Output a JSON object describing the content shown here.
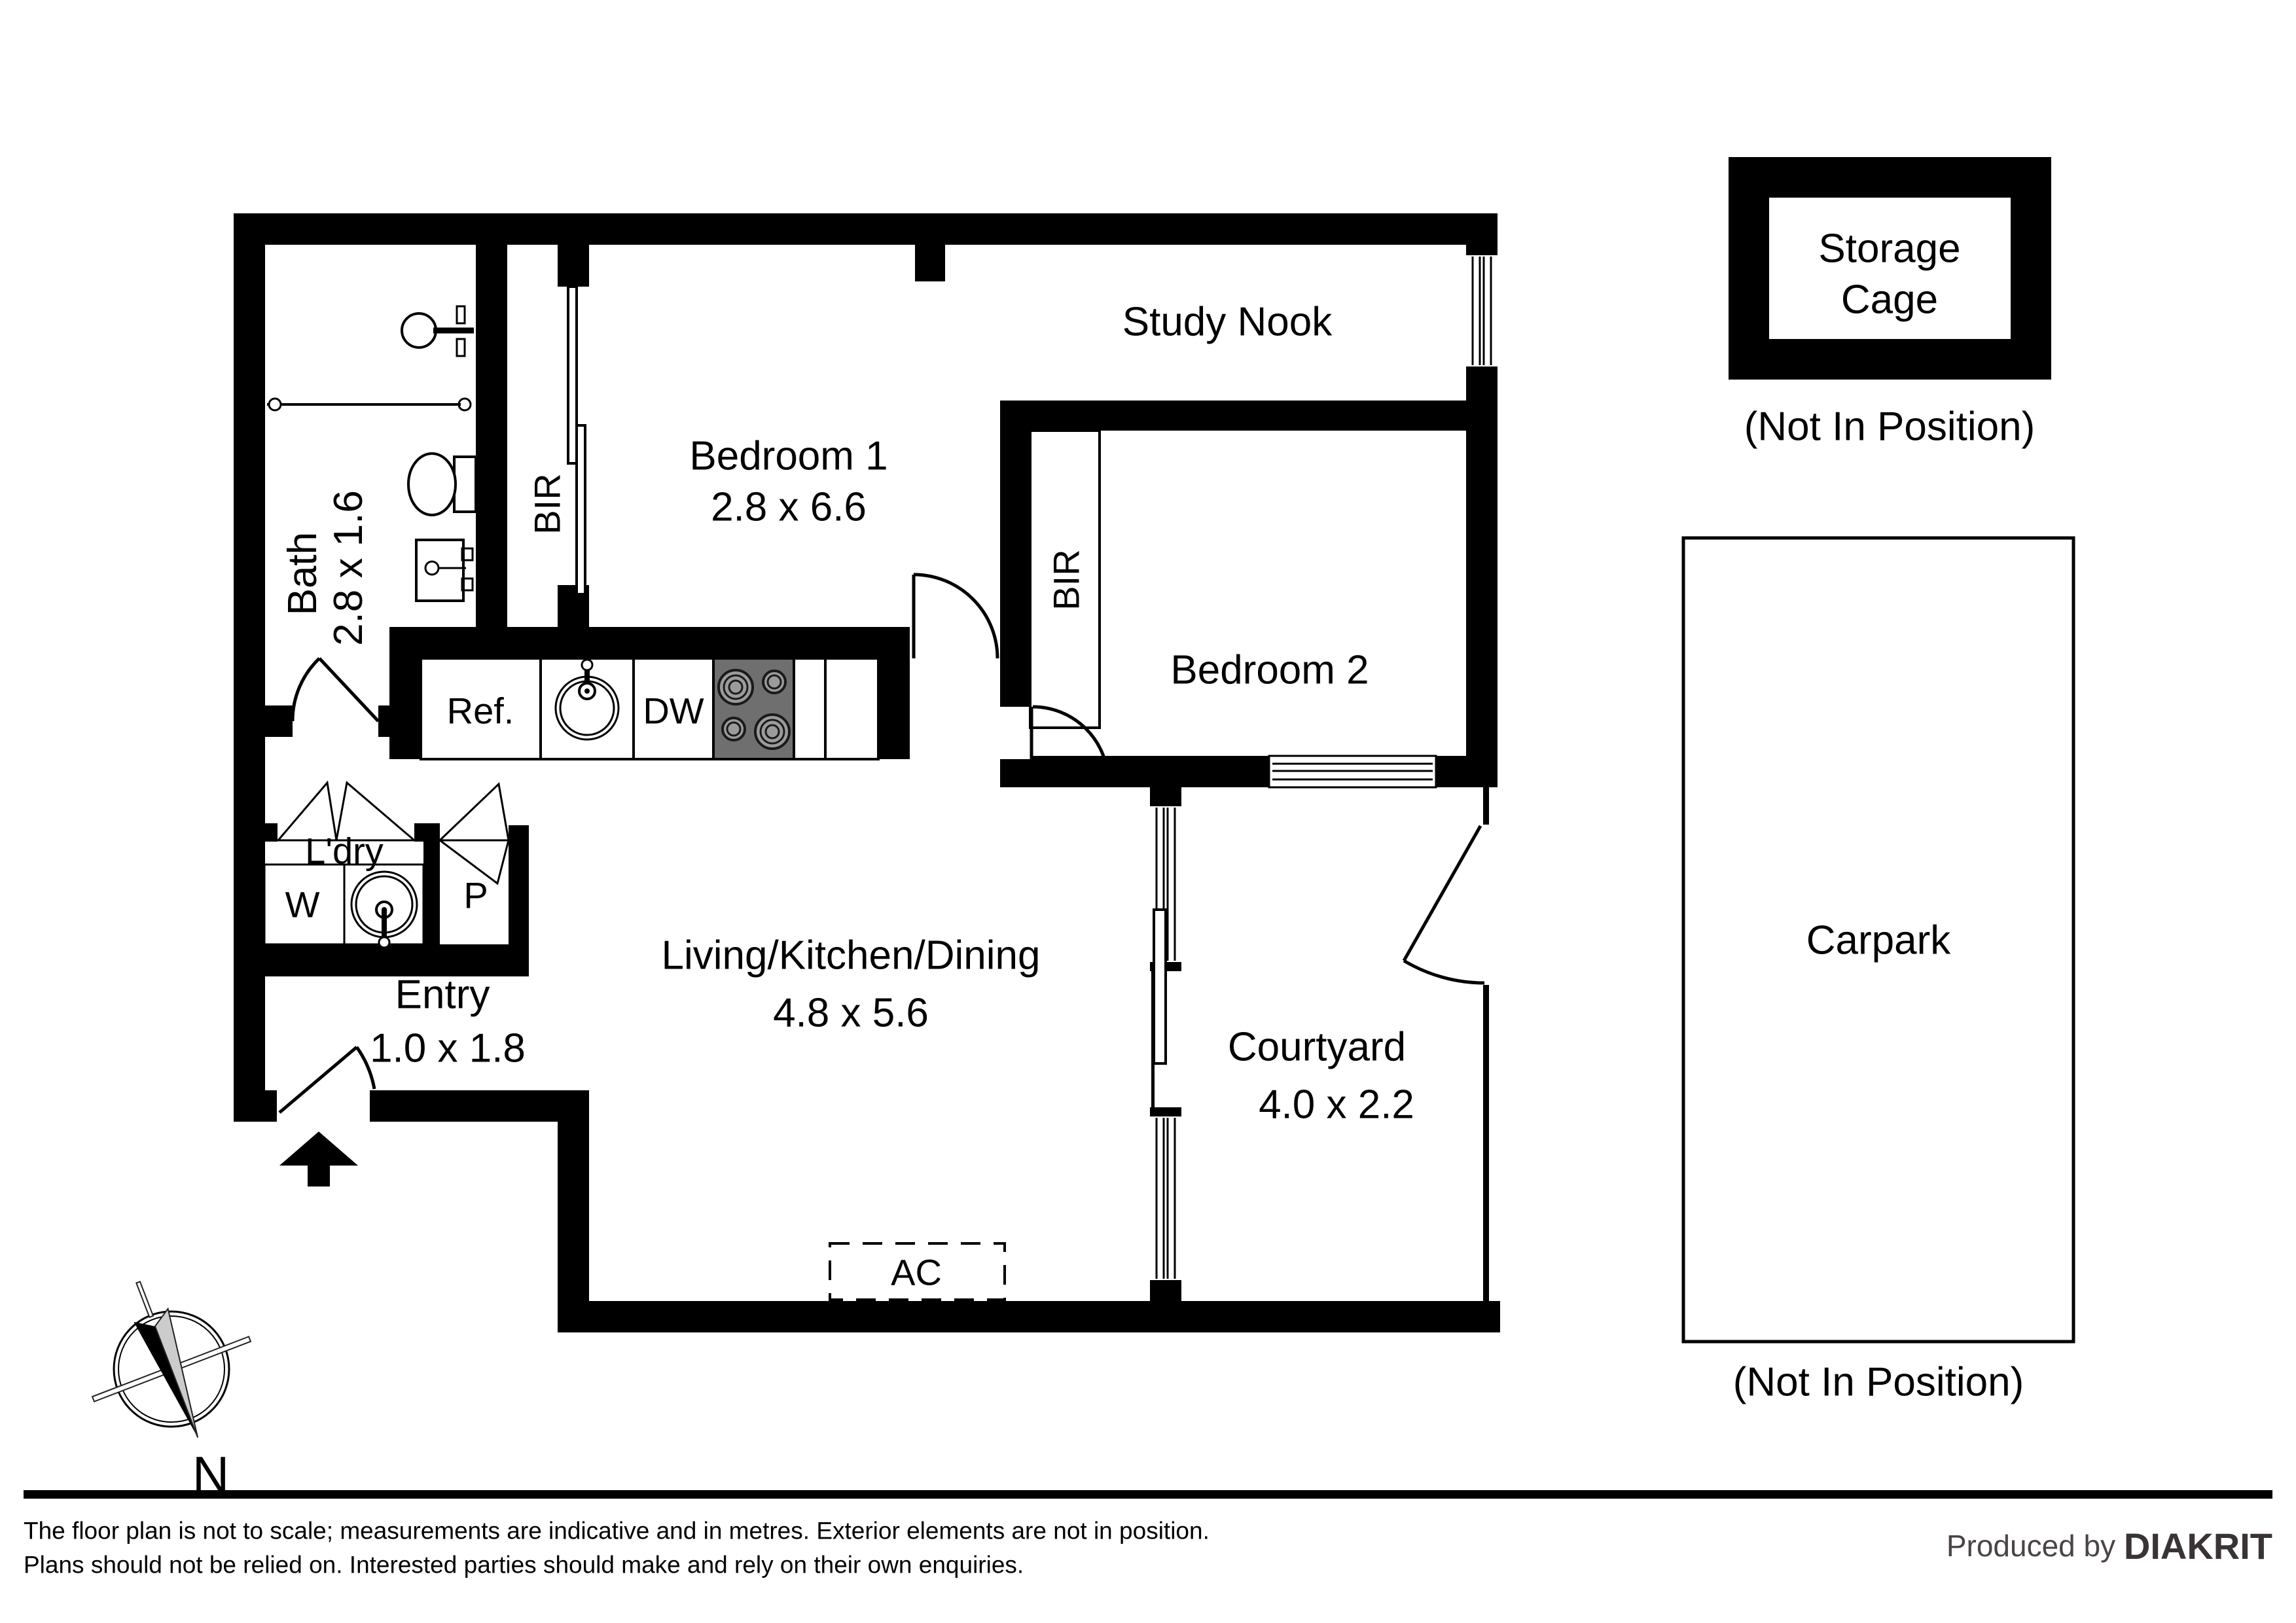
{
  "floor_plan": {
    "rooms": {
      "bath": {
        "name": "Bath",
        "dim": "2.8 x 1.6"
      },
      "bedroom1": {
        "name": "Bedroom 1",
        "dim": "2.8 x 6.6"
      },
      "study_nook": {
        "name": "Study Nook"
      },
      "bedroom2": {
        "name": "Bedroom 2"
      },
      "living": {
        "name": "Living/Kitchen/Dining",
        "dim": "4.8 x 5.6"
      },
      "entry": {
        "name": "Entry",
        "dim": "1.0 x 1.8"
      },
      "laundry": {
        "name": "L'dry"
      },
      "courtyard": {
        "name": "Courtyard",
        "dim": "4.0 x 2.2"
      }
    },
    "fixtures": {
      "bir_bedroom1": "BIR",
      "bir_bedroom2": "BIR",
      "fridge": "Ref.",
      "dishwasher": "DW",
      "washer": "W",
      "pantry": "P",
      "ac_unit": "AC"
    },
    "compass": {
      "north_label": "N"
    }
  },
  "outbuildings": {
    "storage_cage": {
      "line1": "Storage",
      "line2": "Cage",
      "note": "(Not In Position)"
    },
    "carpark": {
      "name": "Carpark",
      "note": "(Not In Position)"
    }
  },
  "footer": {
    "disclaimer_line1": "The floor plan is not to scale; measurements are indicative and in metres. Exterior elements are not in position.",
    "disclaimer_line2": "Plans should not be relied on. Interested parties should make and rely on their own enquiries.",
    "produced_by": "Produced by ",
    "brand": "DIAKRIT"
  },
  "colors": {
    "wall": "#000000",
    "stove": "#6f6f6f",
    "compass_gray": "#cccccc",
    "brand_text": "#3a3336"
  }
}
